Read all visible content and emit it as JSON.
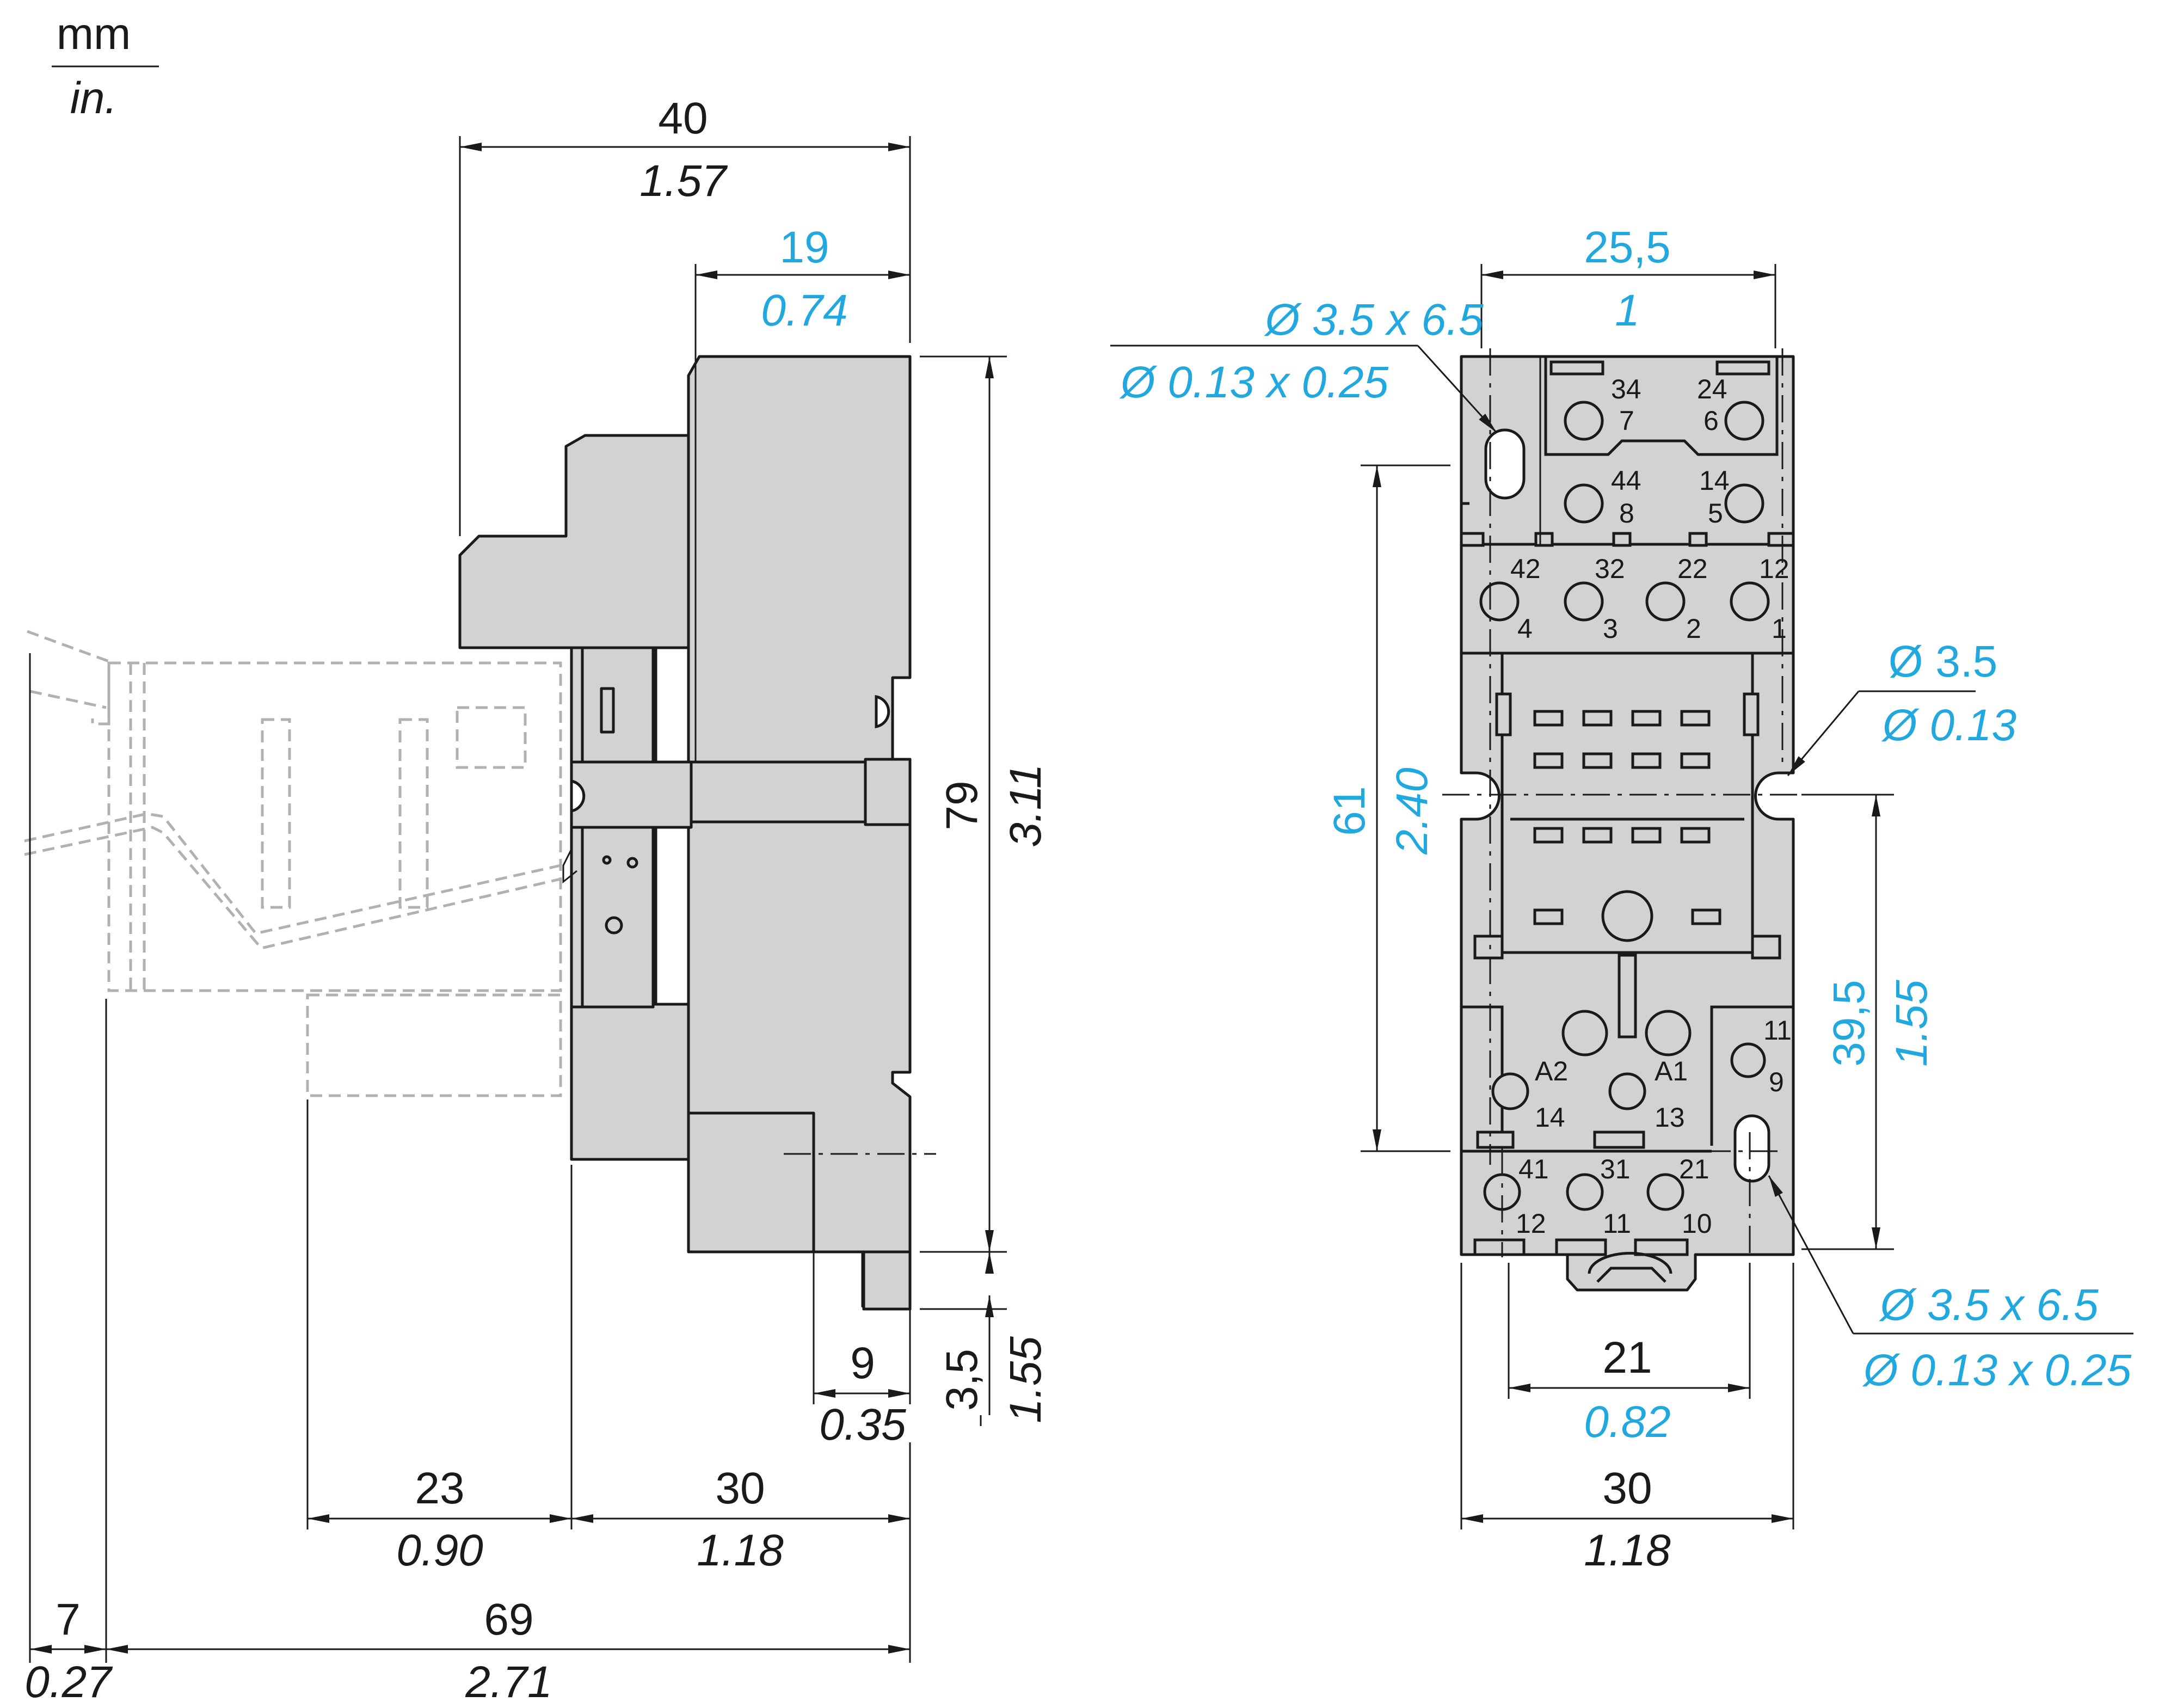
{
  "units": {
    "mm": "mm",
    "in": "in."
  },
  "side_view": {
    "width_top": {
      "mm": "40",
      "in": "1.57"
    },
    "width_rear": {
      "mm": "19",
      "in": "0.74"
    },
    "height": {
      "mm": "79",
      "in": "3.11"
    },
    "clip": {
      "mm": "9",
      "in": "0.35"
    },
    "foot": {
      "mm": "3,5",
      "in": "1.55"
    },
    "depth_a": {
      "mm": "23",
      "in": "0.90"
    },
    "depth_b": {
      "mm": "30",
      "in": "1.18"
    },
    "clip_offset": {
      "mm": "7",
      "in": "0.27"
    },
    "total_depth": {
      "mm": "69",
      "in": "2.71"
    }
  },
  "front_view": {
    "top_width": {
      "mm": "25,5",
      "in": "1"
    },
    "slot_top": {
      "mm": "Ø 3.5 x 6.5",
      "in": "Ø 0.13 x 0.25"
    },
    "notch": {
      "mm": "Ø 3.5",
      "in": "Ø 0.13"
    },
    "pitch_left": {
      "mm": "61",
      "in": "2.40"
    },
    "pitch_right": {
      "mm": "39,5",
      "in": "1.55"
    },
    "slot_bottom": {
      "mm": "Ø 3.5 x 6.5",
      "in": "Ø 0.13 x 0.25"
    },
    "foot_width": {
      "mm": "21",
      "in": "0.82"
    },
    "base_width": {
      "mm": "30",
      "in": "1.18"
    }
  },
  "terminals": {
    "t34": "34",
    "t7": "7",
    "t24": "24",
    "t6": "6",
    "t44": "44",
    "t8": "8",
    "t14": "14",
    "t5": "5",
    "t42": "42",
    "t4": "4",
    "t32": "32",
    "t3": "3",
    "t22": "22",
    "t2": "2",
    "t12": "12",
    "t1": "1",
    "tA2": "A2",
    "t14b": "14",
    "tA1": "A1",
    "t13": "13",
    "t11": "11",
    "t9": "9",
    "t41": "41",
    "t12b": "12",
    "t31": "31",
    "t11b": "11",
    "t21": "21",
    "t10": "10"
  },
  "colors": {
    "highlight": "#20a8df",
    "body": "#d1d2d4",
    "ghost": "#b0b1b3"
  }
}
